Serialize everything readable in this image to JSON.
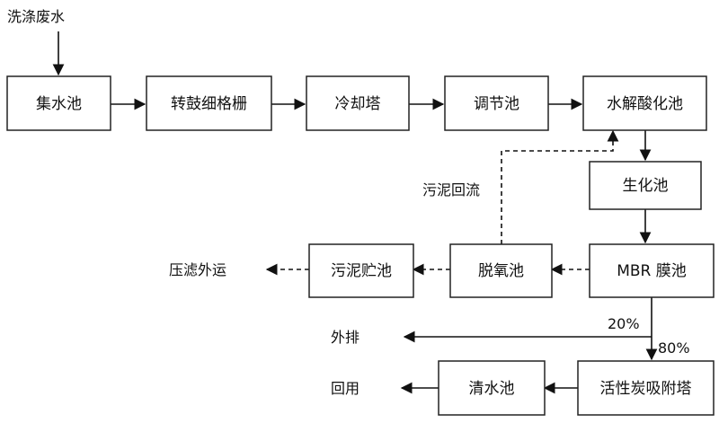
{
  "nodes": {
    "source": "洗涤废水",
    "collection_tank": "集水池",
    "drum_screen": "转鼓细格栅",
    "cooling_tower": "冷却塔",
    "regulating_tank": "调节池",
    "hydrolysis_tank": "水解酸化池",
    "biochemical_tank": "生化池",
    "mbr_tank": "MBR 膜池",
    "deoxygen_tank": "脱氧池",
    "sludge_tank": "污泥贮池",
    "activated_carbon_tower": "活性炭吸附塔",
    "clear_water_tank": "清水池"
  },
  "labels": {
    "sludge_return": "污泥回流",
    "filter_press": "压滤外运",
    "discharge": "外排",
    "reuse": "回用",
    "discharge_pct": "20%",
    "reuse_pct": "80%"
  }
}
